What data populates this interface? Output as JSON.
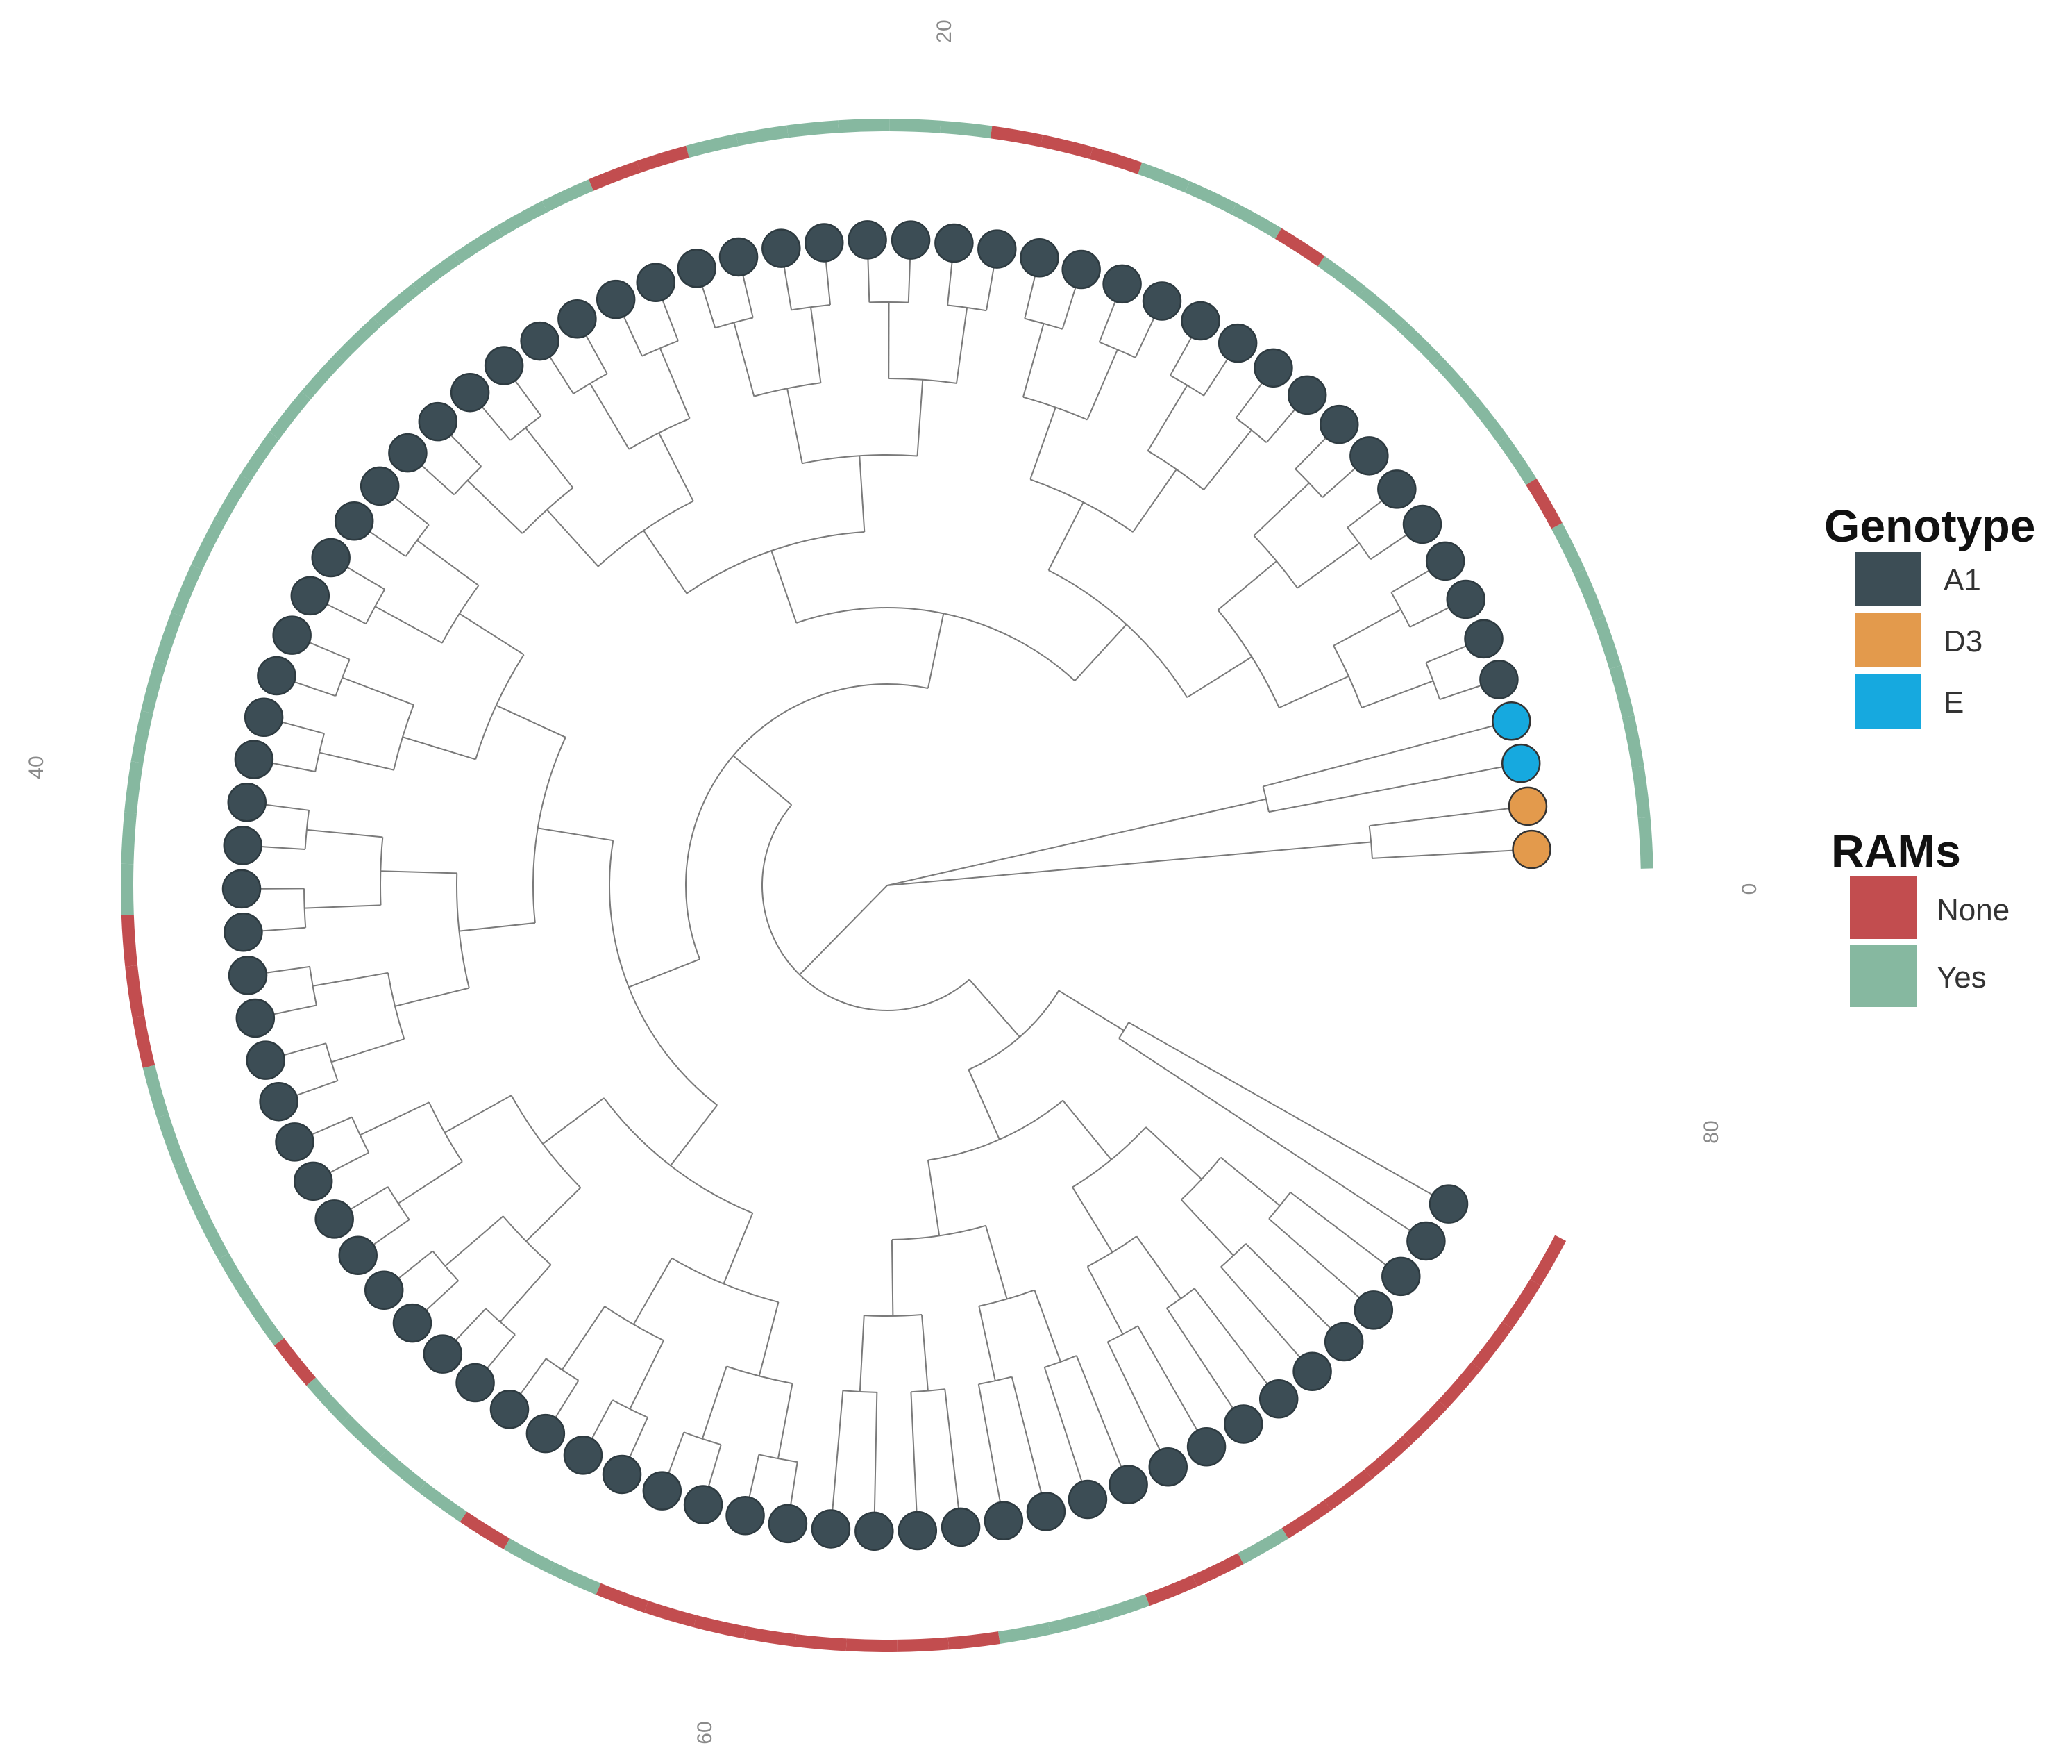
{
  "scale_labels": [
    "0",
    "20",
    "40",
    "60",
    "80"
  ],
  "legends": {
    "genotype": {
      "title": "Genotype",
      "items": [
        {
          "label": "A1",
          "color": "#3c4d55"
        },
        {
          "label": "D3",
          "color": "#e39a4c"
        },
        {
          "label": "E",
          "color": "#16a9df"
        }
      ]
    },
    "rams": {
      "title": "RAMs",
      "items": [
        {
          "label": "None",
          "color": "#c24d4f"
        },
        {
          "label": "Yes",
          "color": "#86b8a0"
        }
      ]
    }
  },
  "tips": [
    {
      "genotype": "D3",
      "ram": "Yes"
    },
    {
      "genotype": "D3",
      "ram": "Yes"
    },
    {
      "genotype": "E",
      "ram": "Yes"
    },
    {
      "genotype": "E",
      "ram": "Yes"
    },
    {
      "genotype": "A1",
      "ram": "Yes"
    },
    {
      "genotype": "A1",
      "ram": "Yes"
    },
    {
      "genotype": "A1",
      "ram": "Yes"
    },
    {
      "genotype": "A1",
      "ram": "None"
    },
    {
      "genotype": "A1",
      "ram": "Yes"
    },
    {
      "genotype": "A1",
      "ram": "Yes"
    },
    {
      "genotype": "A1",
      "ram": "Yes"
    },
    {
      "genotype": "A1",
      "ram": "Yes"
    },
    {
      "genotype": "A1",
      "ram": "Yes"
    },
    {
      "genotype": "A1",
      "ram": "Yes"
    },
    {
      "genotype": "A1",
      "ram": "None"
    },
    {
      "genotype": "A1",
      "ram": "Yes"
    },
    {
      "genotype": "A1",
      "ram": "Yes"
    },
    {
      "genotype": "A1",
      "ram": "Yes"
    },
    {
      "genotype": "A1",
      "ram": "None"
    },
    {
      "genotype": "A1",
      "ram": "None"
    },
    {
      "genotype": "A1",
      "ram": "None"
    },
    {
      "genotype": "A1",
      "ram": "Yes"
    },
    {
      "genotype": "A1",
      "ram": "Yes"
    },
    {
      "genotype": "A1",
      "ram": "Yes"
    },
    {
      "genotype": "A1",
      "ram": "Yes"
    },
    {
      "genotype": "A1",
      "ram": "Yes"
    },
    {
      "genotype": "A1",
      "ram": "Yes"
    },
    {
      "genotype": "A1",
      "ram": "None"
    },
    {
      "genotype": "A1",
      "ram": "None"
    },
    {
      "genotype": "A1",
      "ram": "Yes"
    },
    {
      "genotype": "A1",
      "ram": "Yes"
    },
    {
      "genotype": "A1",
      "ram": "Yes"
    },
    {
      "genotype": "A1",
      "ram": "Yes"
    },
    {
      "genotype": "A1",
      "ram": "Yes"
    },
    {
      "genotype": "A1",
      "ram": "Yes"
    },
    {
      "genotype": "A1",
      "ram": "Yes"
    },
    {
      "genotype": "A1",
      "ram": "Yes"
    },
    {
      "genotype": "A1",
      "ram": "Yes"
    },
    {
      "genotype": "A1",
      "ram": "Yes"
    },
    {
      "genotype": "A1",
      "ram": "Yes"
    },
    {
      "genotype": "A1",
      "ram": "Yes"
    },
    {
      "genotype": "A1",
      "ram": "Yes"
    },
    {
      "genotype": "A1",
      "ram": "Yes"
    },
    {
      "genotype": "A1",
      "ram": "Yes"
    },
    {
      "genotype": "A1",
      "ram": "Yes"
    },
    {
      "genotype": "A1",
      "ram": "Yes"
    },
    {
      "genotype": "A1",
      "ram": "Yes"
    },
    {
      "genotype": "A1",
      "ram": "None"
    },
    {
      "genotype": "A1",
      "ram": "None"
    },
    {
      "genotype": "A1",
      "ram": "None"
    },
    {
      "genotype": "A1",
      "ram": "Yes"
    },
    {
      "genotype": "A1",
      "ram": "Yes"
    },
    {
      "genotype": "A1",
      "ram": "Yes"
    },
    {
      "genotype": "A1",
      "ram": "Yes"
    },
    {
      "genotype": "A1",
      "ram": "Yes"
    },
    {
      "genotype": "A1",
      "ram": "Yes"
    },
    {
      "genotype": "A1",
      "ram": "None"
    },
    {
      "genotype": "A1",
      "ram": "Yes"
    },
    {
      "genotype": "A1",
      "ram": "Yes"
    },
    {
      "genotype": "A1",
      "ram": "Yes"
    },
    {
      "genotype": "A1",
      "ram": "Yes"
    },
    {
      "genotype": "A1",
      "ram": "None"
    },
    {
      "genotype": "A1",
      "ram": "Yes"
    },
    {
      "genotype": "A1",
      "ram": "Yes"
    },
    {
      "genotype": "A1",
      "ram": "None"
    },
    {
      "genotype": "A1",
      "ram": "None"
    },
    {
      "genotype": "A1",
      "ram": "None"
    },
    {
      "genotype": "A1",
      "ram": "None"
    },
    {
      "genotype": "A1",
      "ram": "None"
    },
    {
      "genotype": "A1",
      "ram": "None"
    },
    {
      "genotype": "A1",
      "ram": "None"
    },
    {
      "genotype": "A1",
      "ram": "None"
    },
    {
      "genotype": "A1",
      "ram": "Yes"
    },
    {
      "genotype": "A1",
      "ram": "Yes"
    },
    {
      "genotype": "A1",
      "ram": "Yes"
    },
    {
      "genotype": "A1",
      "ram": "None"
    },
    {
      "genotype": "A1",
      "ram": "None"
    },
    {
      "genotype": "A1",
      "ram": "Yes"
    },
    {
      "genotype": "A1",
      "ram": "None"
    },
    {
      "genotype": "A1",
      "ram": "None"
    },
    {
      "genotype": "A1",
      "ram": "None"
    },
    {
      "genotype": "A1",
      "ram": "None"
    },
    {
      "genotype": "A1",
      "ram": "None"
    },
    {
      "genotype": "A1",
      "ram": "None"
    },
    {
      "genotype": "A1",
      "ram": "None"
    },
    {
      "genotype": "A1",
      "ram": "None"
    }
  ]
}
